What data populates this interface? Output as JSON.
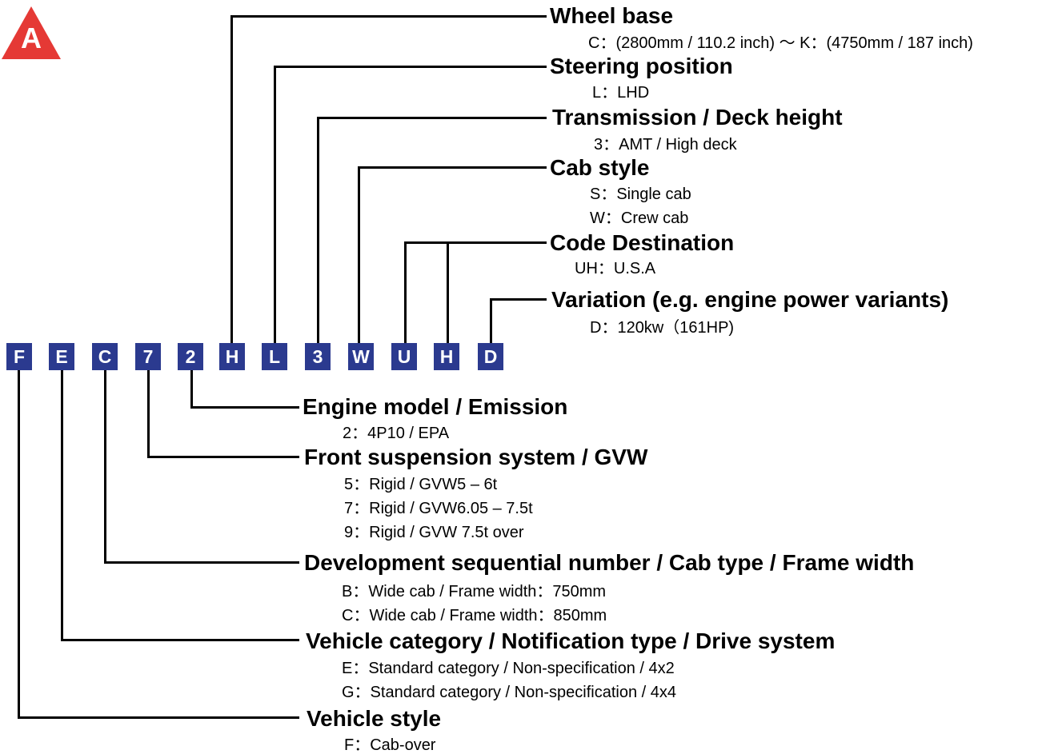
{
  "logo": {
    "letter": "A",
    "color": "#e53935"
  },
  "code": {
    "box_color": "#2b3a8f",
    "chars": [
      "F",
      "E",
      "C",
      "7",
      "2",
      "H",
      "L",
      "3",
      "W",
      "U",
      "H",
      "D"
    ]
  },
  "top_fields": [
    {
      "title": "Wheel base",
      "details": [
        "C：(2800mm / 110.2 inch) ～ K：(4750mm / 187 inch)"
      ]
    },
    {
      "title": "Steering position",
      "details": [
        "L：LHD"
      ]
    },
    {
      "title": "Transmission / Deck height",
      "details": [
        "3：AMT / High deck"
      ]
    },
    {
      "title": "Cab style",
      "details": [
        "S：Single cab",
        "W：Crew cab"
      ]
    },
    {
      "title": "Code Destination",
      "details": [
        "UH：U.S.A"
      ]
    },
    {
      "title": "Variation (e.g. engine power variants)",
      "details": [
        "D：120kw（161HP)"
      ]
    }
  ],
  "bottom_fields": [
    {
      "title": "Engine model / Emission",
      "details": [
        "2：4P10 / EPA"
      ]
    },
    {
      "title": "Front suspension system / GVW",
      "details": [
        "5：Rigid / GVW5 – 6t",
        "7：Rigid / GVW6.05 – 7.5t",
        "9：Rigid / GVW 7.5t over"
      ]
    },
    {
      "title": "Development sequential number / Cab type / Frame width",
      "details": [
        "B：Wide cab / Frame width：750mm",
        "C：Wide cab / Frame width：850mm"
      ]
    },
    {
      "title": "Vehicle category / Notification type / Drive system",
      "details": [
        "E：Standard category / Non-specification / 4x2",
        "G：Standard category / Non-specification / 4x4"
      ]
    },
    {
      "title": "Vehicle style",
      "details": [
        "F：Cab-over"
      ]
    }
  ]
}
